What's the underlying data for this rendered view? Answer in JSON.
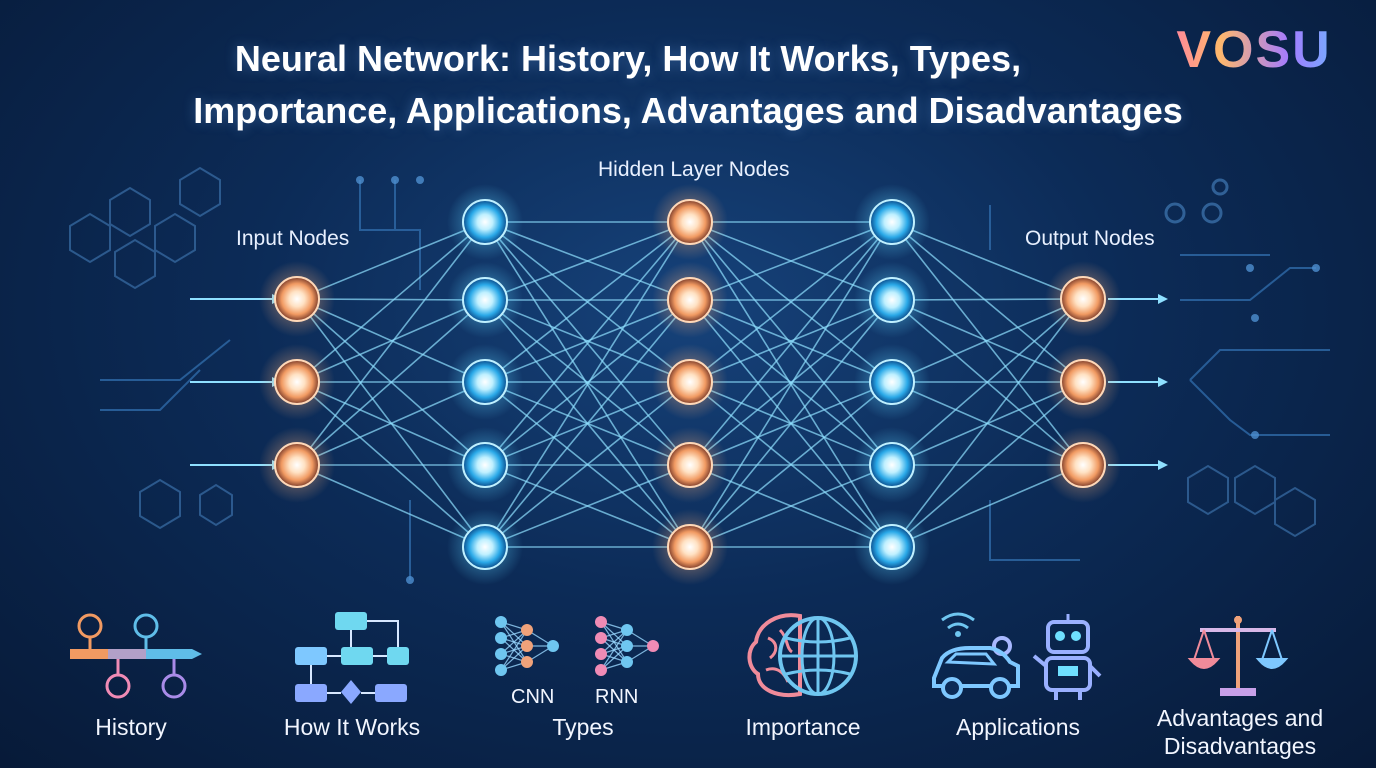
{
  "title_line1": "Neural Network: History, How It Works, Types,",
  "title_line2": "Importance, Applications, Advantages and Disadvantages",
  "logo_text": "VOSU",
  "layers": {
    "input_label": "Input Nodes",
    "hidden_label": "Hidden Layer Nodes",
    "output_label": "Output Nodes"
  },
  "categories": [
    {
      "label": "History",
      "icon": "timeline-icon"
    },
    {
      "label": "How It Works",
      "icon": "flowchart-icon"
    },
    {
      "label": "Types",
      "icon": "network-types-icon",
      "sub": [
        "CNN",
        "RNN"
      ]
    },
    {
      "label": "Importance",
      "icon": "brain-globe-icon"
    },
    {
      "label": "Applications",
      "icon": "car-robot-icon"
    },
    {
      "label": "Advantages and Disadvantages",
      "label_line1": "Advantages and",
      "label_line2": "Disadvantages",
      "icon": "scales-icon"
    }
  ],
  "colors": {
    "blue_node": "#5fd4ff",
    "orange_node": "#ffb27a",
    "edge": "#7fd8ff"
  }
}
